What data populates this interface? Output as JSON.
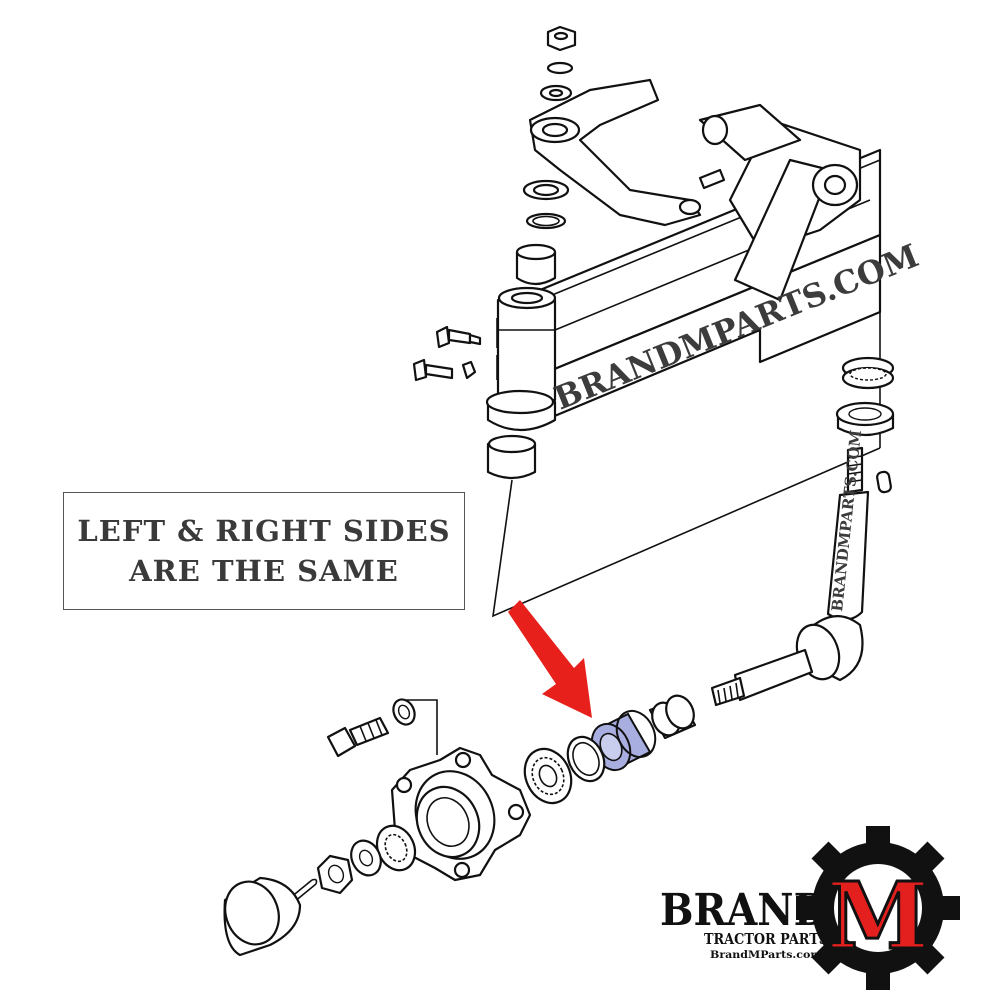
{
  "callout": {
    "line1": "LEFT & RIGHT SIDES",
    "line2": "ARE THE SAME"
  },
  "watermark": {
    "beam": "BRANDMPARTS.COM",
    "spindle": "BRANDMPARTS.COM"
  },
  "logo": {
    "brand": "BRAND",
    "letter": "M",
    "tagline": "TRACTOR PARTS",
    "url": "BrandMParts.com"
  },
  "colors": {
    "arrow": "#e8201c",
    "highlight": "#a9aee0",
    "logo_letter": "#e3201d",
    "line": "#111111"
  },
  "highlighted_part": "seal"
}
